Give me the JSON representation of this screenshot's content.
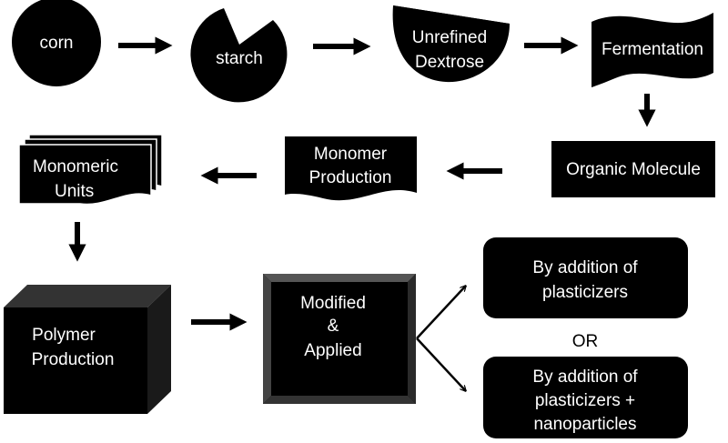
{
  "nodes": {
    "corn": "corn",
    "starch": "starch",
    "dextrose_line1": "Unrefined",
    "dextrose_line2": "Dextrose",
    "fermentation": "Fermentation",
    "organic_molecule": "Organic Molecule",
    "monomer_production_line1": "Monomer",
    "monomer_production_line2": "Production",
    "monomeric_units_line1": "Monomeric",
    "monomeric_units_line2": "Units",
    "polymer_production_line1": "Polymer",
    "polymer_production_line2": "Production",
    "modified_line1": "Modified",
    "modified_line2": "&",
    "modified_line3": "Applied",
    "plasticizers_line1": "By addition of",
    "plasticizers_line2": "plasticizers",
    "or_label": "OR",
    "nano_line1": "By addition of",
    "nano_line2": "plasticizers +",
    "nano_line3": "nanoparticles"
  },
  "colors": {
    "shape_fill": "#000000",
    "text": "#ffffff",
    "background": "#ffffff",
    "bevel_light": "#555555"
  }
}
